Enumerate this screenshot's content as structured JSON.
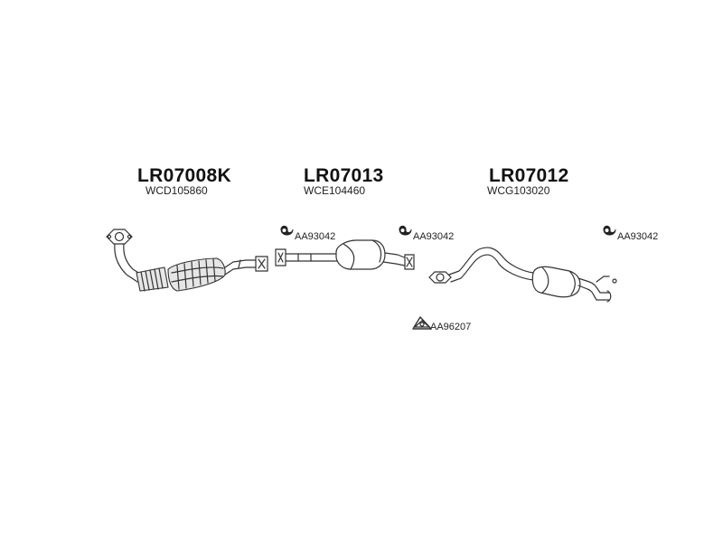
{
  "sections": [
    {
      "code": "LR07008K",
      "ref": "WCD105860"
    },
    {
      "code": "LR07013",
      "ref": "WCE104460"
    },
    {
      "code": "LR07012",
      "ref": "WCG103020"
    }
  ],
  "accessories": [
    {
      "label": "AA93042",
      "icon": "rubber-hanger-icon"
    },
    {
      "label": "AA93042",
      "icon": "rubber-hanger-icon"
    },
    {
      "label": "AA93042",
      "icon": "rubber-hanger-icon"
    },
    {
      "label": "AA96207",
      "icon": "triangle-gasket-icon"
    }
  ]
}
